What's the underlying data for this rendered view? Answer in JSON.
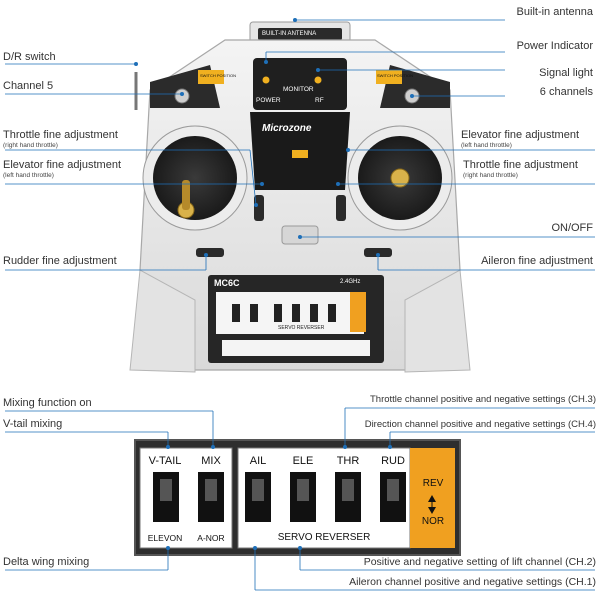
{
  "callouts": {
    "built_in_antenna": "Built-in antenna",
    "power_indicator": "Power Indicator",
    "signal_light": "Signal light",
    "six_channels": "6 channels",
    "dr_switch": "D/R switch",
    "channel5": "Channel 5",
    "throttle_fine_left": "Throttle fine adjustment",
    "throttle_fine_left_sub": "(right hand throttle)",
    "elevator_fine_left": "Elevator fine adjustment",
    "elevator_fine_left_sub": "(left hand throttle)",
    "elevator_fine_right": "Elevator fine adjustment",
    "elevator_fine_right_sub": "(left hand throttle)",
    "throttle_fine_right": "Throttle fine adjustment",
    "throttle_fine_right_sub": "(right hand throttle)",
    "on_off": "ON/OFF",
    "rudder_fine": "Rudder fine adjustment",
    "aileron_fine": "Aileron fine adjustment",
    "mixing_on": "Mixing function on",
    "vtail_mixing": "V-tail mixing",
    "throttle_ch3": "Throttle channel positive and negative settings (CH.3)",
    "direction_ch4": "Direction channel positive and negative settings (CH.4)",
    "delta_wing": "Delta wing mixing",
    "lift_ch2": "Positive and negative setting of lift channel (CH.2)",
    "aileron_ch1": "Aileron channel positive and negative settings (CH.1)"
  },
  "device": {
    "antenna_label": "BUILT-IN ANTENNA",
    "monitor": "MONITOR",
    "power": "POWER",
    "rf": "RF",
    "brand": "Microzone",
    "switch_position": "SWITCH POSITION",
    "model": "MC6C",
    "band": "2.4GHz",
    "servo_reverser_small": "SERVO REVERSER"
  },
  "panel": {
    "top_labels": [
      "V-TAIL",
      "MIX",
      "AIL",
      "ELE",
      "THR",
      "RUD"
    ],
    "bottom_left": [
      "ELEVON",
      "A-NOR"
    ],
    "servo_reverser": "SERVO REVERSER",
    "rev": "REV",
    "nor": "NOR"
  },
  "colors": {
    "accent_blue": "#1e6fb8",
    "panel_orange": "#f0a020",
    "panel_dark": "#2d2d2d"
  }
}
